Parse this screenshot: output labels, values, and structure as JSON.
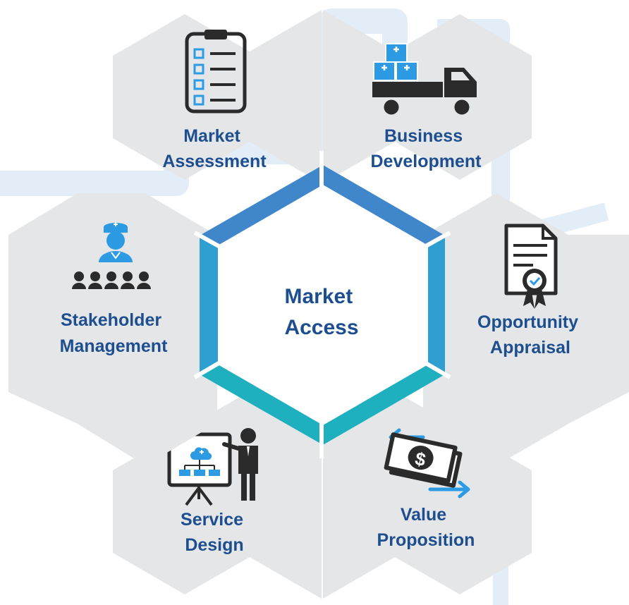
{
  "center": {
    "lines": [
      "Market",
      "Access"
    ]
  },
  "segments": [
    {
      "id": "market-assessment",
      "lines": [
        "Market",
        "Assessment"
      ],
      "icon": "clipboard-checklist-icon"
    },
    {
      "id": "business-development",
      "lines": [
        "Business",
        "Development"
      ],
      "icon": "delivery-truck-icon"
    },
    {
      "id": "opportunity-appraisal",
      "lines": [
        "Opportunity",
        "Appraisal"
      ],
      "icon": "certificate-icon"
    },
    {
      "id": "value-proposition",
      "lines": [
        "Value",
        "Proposition"
      ],
      "icon": "money-exchange-icon"
    },
    {
      "id": "service-design",
      "lines": [
        "Service",
        "Design"
      ],
      "icon": "presentation-board-icon"
    },
    {
      "id": "stakeholder-management",
      "lines": [
        "Stakeholder",
        "Management"
      ],
      "icon": "stakeholder-group-icon"
    }
  ],
  "colors": {
    "hex_fill": "#e5e6e8",
    "label": "#1d4e8f",
    "icon_dark": "#2b2b2b",
    "icon_blue": "#2c9be3",
    "frame_top": "#3f86cb",
    "frame_side": "#2e9fd0",
    "frame_bottom": "#1fb0c0",
    "watermark": "#e3edf8"
  }
}
